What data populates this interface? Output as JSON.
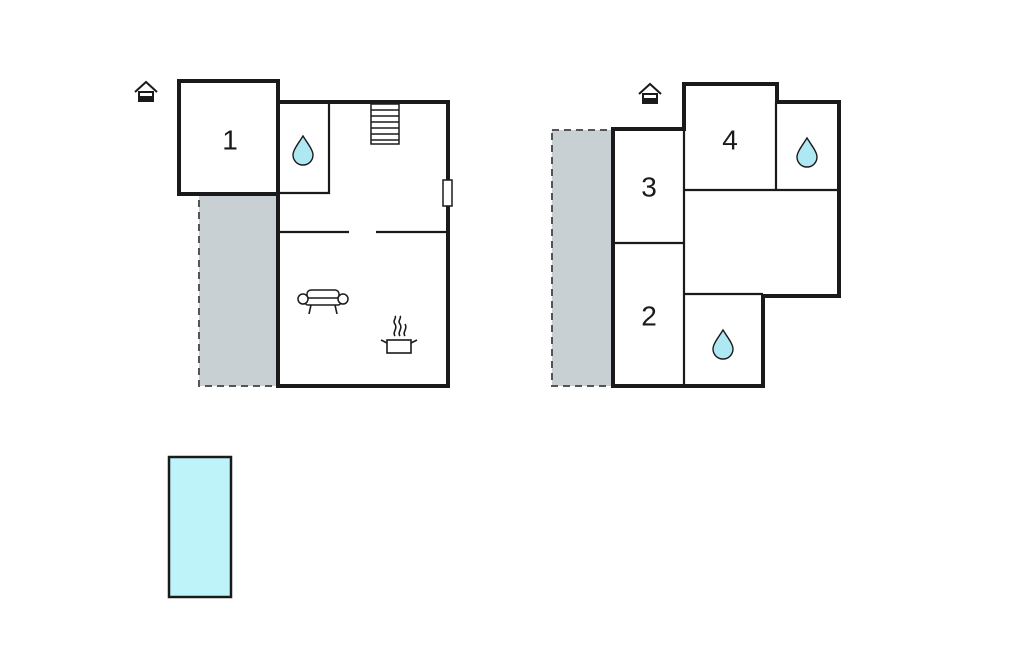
{
  "floors": [
    {
      "id": "ground-floor",
      "rooms": [
        {
          "id": "room-1",
          "label": "1"
        }
      ],
      "icons": [
        "entrance-icon",
        "bathroom-drop-icon",
        "stairs-icon",
        "window-icon",
        "sofa-icon",
        "kitchen-pot-icon"
      ],
      "has_terrace": true
    },
    {
      "id": "upper-floor",
      "rooms": [
        {
          "id": "room-2",
          "label": "2"
        },
        {
          "id": "room-3",
          "label": "3"
        },
        {
          "id": "room-4",
          "label": "4"
        }
      ],
      "icons": [
        "entrance-icon",
        "bathroom-drop-icon",
        "bathroom-drop-icon"
      ],
      "has_terrace": true
    }
  ],
  "pool": {
    "present": true,
    "icon": "pool-icon"
  },
  "colors": {
    "wall": "#1a1a1a",
    "terrace": "#c8d0d3",
    "pool": "#bff3fa",
    "water_drop": "#aee9f3"
  }
}
